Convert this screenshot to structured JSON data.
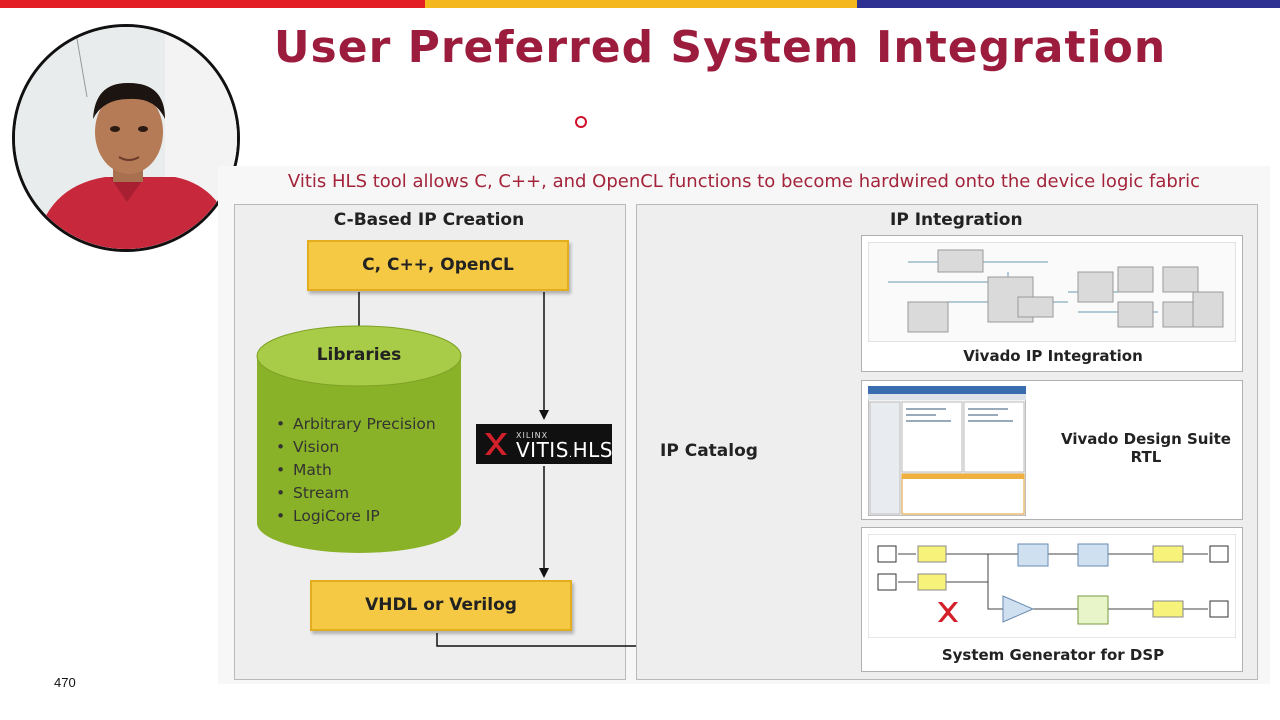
{
  "colors": {
    "bar_red": "#e31e24",
    "bar_yellow": "#f4b71e",
    "bar_blue": "#2e3192",
    "title": "#9b1c3c",
    "subtitle": "#a3243b",
    "yellow_box": "#f5c944",
    "green": "#8ab228"
  },
  "title": "User Preferred System Integration",
  "slide_number": "470",
  "diagram": {
    "subtitle": "Vitis HLS tool allows C, C++, and OpenCL functions to become hardwired onto the device logic fabric",
    "left_panel": {
      "title": "C-Based IP Creation",
      "source_box": "C, C++, OpenCL",
      "libraries": {
        "title": "Libraries",
        "items": [
          "Arbitrary Precision",
          "Vision",
          "Math",
          "Stream",
          "LogiCore IP"
        ]
      },
      "hls_logo": {
        "brand": "XILINX",
        "product": "VITIS",
        "suffix": "HLS",
        "icon": "xilinx-x-logo"
      },
      "output_box": "VHDL or Verilog"
    },
    "right_panel": {
      "title": "IP Integration",
      "catalog": "IP Catalog",
      "targets": [
        {
          "caption": "Vivado IP Integration",
          "thumbnail": "block-diagram-screenshot"
        },
        {
          "caption": "Vivado Design Suite RTL",
          "thumbnail": "ide-window-screenshot"
        },
        {
          "caption": "System Generator for DSP",
          "thumbnail": "simulink-model-screenshot"
        }
      ]
    }
  }
}
